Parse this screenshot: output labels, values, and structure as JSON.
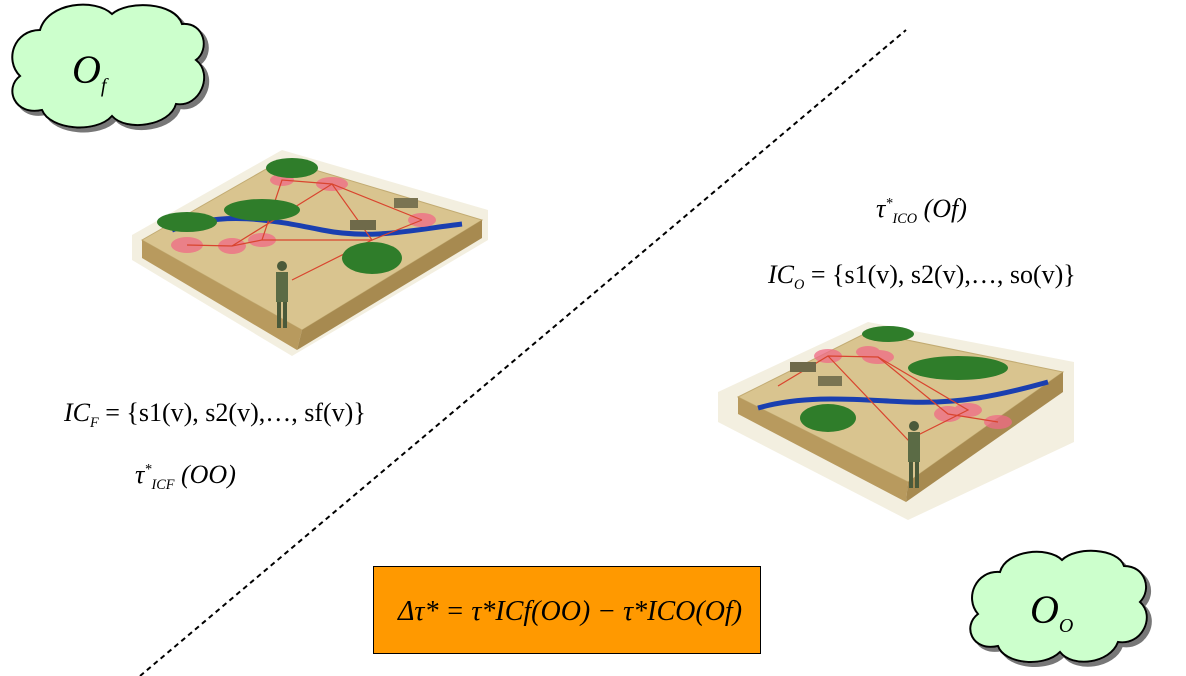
{
  "clouds": {
    "top_left": {
      "symbol": "O",
      "subscript": "f",
      "fill": "#ccffcc"
    },
    "bottom_right": {
      "symbol": "O",
      "subscript": "O",
      "fill": "#ccffcc"
    }
  },
  "left_side": {
    "info_set_lhs": "IC",
    "info_set_lhs_sub": "F",
    "info_set_rhs": "= {s1(v), s2(v),…, sf(v)}",
    "tau_label": "τ",
    "tau_sub": "ICF",
    "tau_arg": "(OO)"
  },
  "right_side": {
    "tau_label": "τ",
    "tau_sub": "ICO",
    "tau_arg": "(Of)",
    "info_set_lhs": "IC",
    "info_set_lhs_sub": "O",
    "info_set_rhs": "= {s1(v), s2(v),…, so(v)}"
  },
  "formula": {
    "text": "Δτ* = τ*ICf(OO) − τ*ICO(Of)",
    "fill": "#ff9900"
  },
  "colors": {
    "terrain_top": "#d9c48f",
    "terrain_side": "#b89a5e",
    "river": "#1a3fb0",
    "trees": "#2f7d2a",
    "sensor_zone": "#f06a86",
    "links": "#d9442e"
  },
  "icons": [
    "battlefield-map-illustration",
    "soldier-figure",
    "tank-icon",
    "cloud-shape",
    "dashed-divider-line"
  ]
}
